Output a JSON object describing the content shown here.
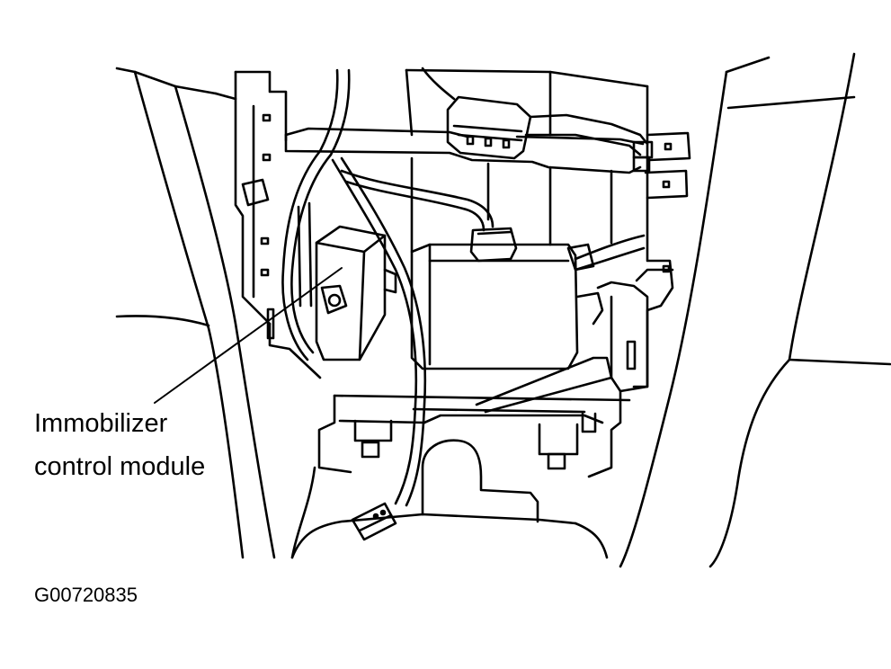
{
  "callout": {
    "line1": "Immobilizer",
    "line2": "control module"
  },
  "figure_id": "G00720835",
  "colors": {
    "line": "#000000",
    "background": "#ffffff"
  }
}
